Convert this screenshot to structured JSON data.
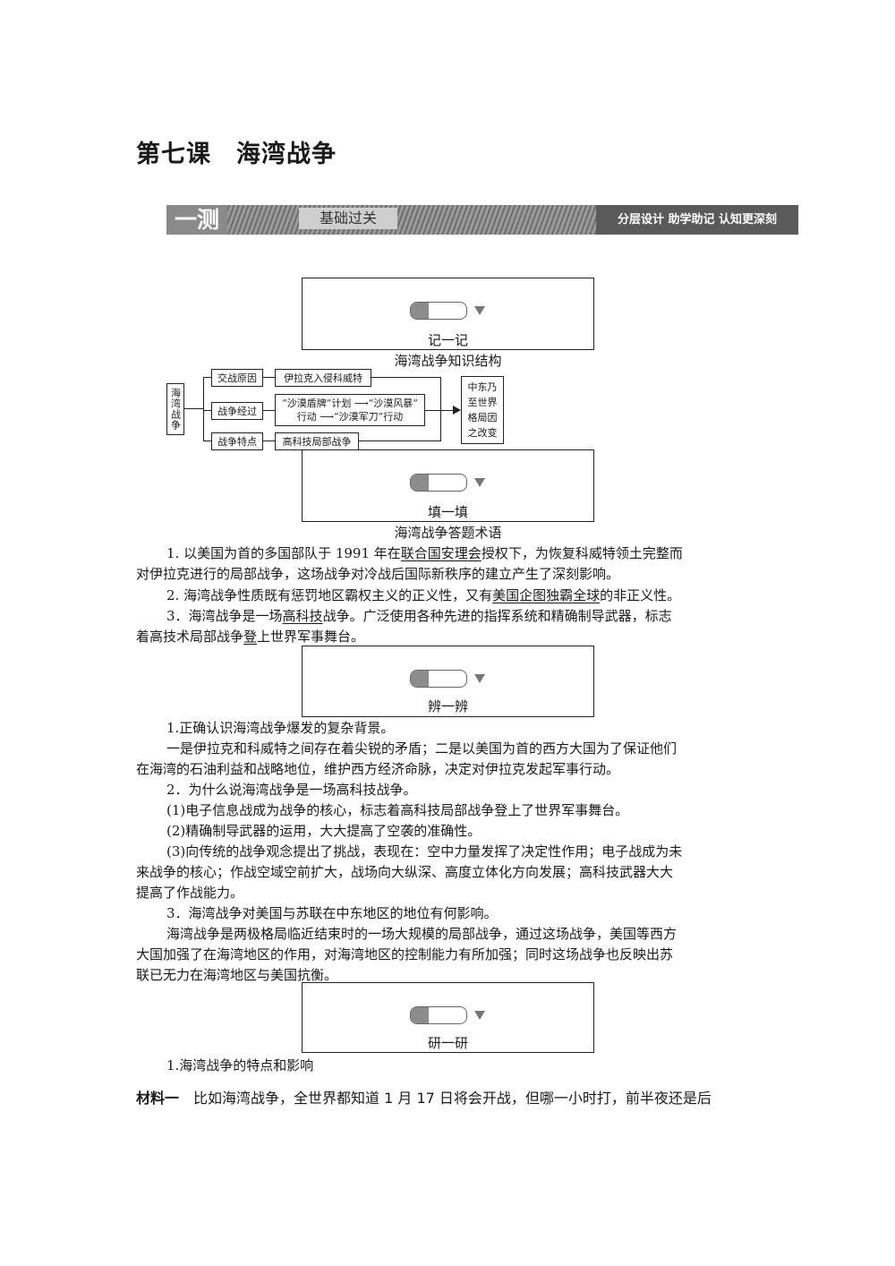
{
  "page_title": "第七课　海湾战争",
  "banner": {
    "mark": "一测",
    "middle": "基础过关",
    "right": "分层设计  助学助记  认知更深刻"
  },
  "sections": {
    "jiyiji": "记一记",
    "tianyitian": "填一填",
    "bianyibian": "辨一辨",
    "yanyiyan": "研一研"
  },
  "diagram": {
    "heading": "海湾战争知识结构",
    "root": "海湾战争",
    "branches": [
      {
        "label": "交战原因",
        "content": "伊拉克入侵科威特"
      },
      {
        "label": "战争经过",
        "content_line1": "“沙漠盾牌”计划 ⟶“沙漠风暴”",
        "content_line2": "行动 ⟶“沙漠军刀”行动"
      },
      {
        "label": "战争特点",
        "content": "高科技局部战争"
      }
    ],
    "result": "中东乃至世界格局因之改变"
  },
  "fill": {
    "heading": "海湾战争答题术语",
    "p1_a": "1. 以美国为首的多国部队于 1991 年在",
    "p1_u": "联合国安理会",
    "p1_b": "授权下，为恢复科威特领土完整而",
    "p1_c": "对伊拉克进行的局部战争，这场战争对冷战后国际新秩序的建立产生了深刻影响。",
    "p2_a": "2. 海湾战争性质既有惩罚地区霸权主义的正义性，又有",
    "p2_u": "美国企图独霸全球",
    "p2_b": "的非正义性。",
    "p3_a": "3．海湾战争是一场",
    "p3_u": "高科技",
    "p3_b": "战争。广泛使用各种先进的指挥系统和精确制导武器，标志",
    "p3_c": "着高技术局部战争",
    "p3_u2": "登",
    "p3_d": "上世界军事舞台。"
  },
  "discern": {
    "q1": "1.正确认识海湾战争爆发的复杂背景。",
    "a1_l1": "一是伊拉克和科威特之间存在着尖锐的矛盾；二是以美国为首的西方大国为了保证他们",
    "a1_l2": "在海湾的石油利益和战略地位，维护西方经济命脉，决定对伊拉克发起军事行动。",
    "q2": "2．为什么说海湾战争是一场高科技战争。",
    "a2_1": "(1)电子信息战成为战争的核心，标志着高科技局部战争登上了世界军事舞台。",
    "a2_2": "(2)精确制导武器的运用，大大提高了空袭的准确性。",
    "a2_3_l1": "(3)向传统的战争观念提出了挑战，表现在：空中力量发挥了决定性作用；电子战成为未",
    "a2_3_l2": "来战争的核心；作战空域空前扩大，战场向大纵深、高度立体化方向发展；高科技武器大大",
    "a2_3_l3": "提高了作战能力。",
    "q3": "3．海湾战争对美国与苏联在中东地区的地位有何影响。",
    "a3_l1": "海湾战争是两极格局临近结束时的一场大规模的局部战争，通过这场战争，美国等西方",
    "a3_l2": "大国加强了在海湾地区的作用，对海湾地区的控制能力有所加强；同时这场战争也反映出苏",
    "a3_l3": "联已无力在海湾地区与美国抗衡。"
  },
  "research": {
    "q1": "1.海湾战争的特点和影响",
    "material_label": "材料一",
    "material_text": "比如海湾战争，全世界都知道 1 月 17 日将会开战，但哪一小时打，前半夜还是后"
  }
}
